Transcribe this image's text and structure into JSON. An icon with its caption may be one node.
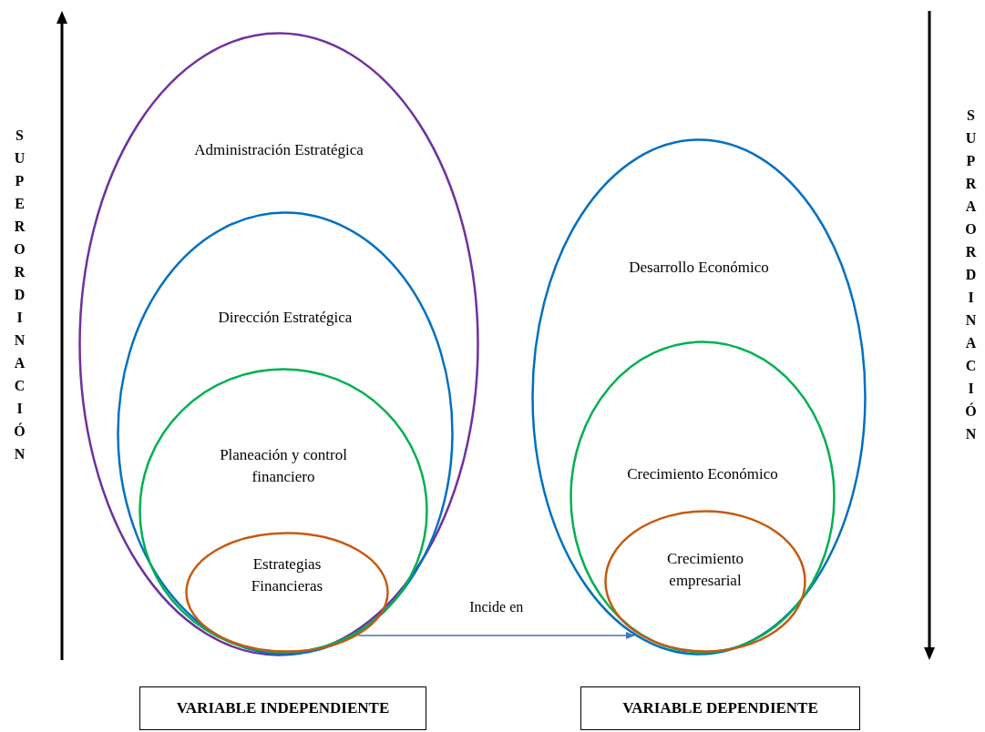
{
  "diagram": {
    "nodes": [
      {
        "text": [
          "Administración Estratégica"
        ]
      },
      {
        "text": [
          "Dirección Estratégica"
        ],
        "in": 0
      },
      {
        "text": [
          "Planeación y control financiero"
        ],
        "in": 1
      },
      {
        "text": [
          "Estrategias Financieras"
        ],
        "in": 2
      },
      {
        "text": [
          "Desarrollo Económico"
        ]
      },
      {
        "text": [
          "Crecimiento Económico"
        ],
        "in": 4
      },
      {
        "text": [
          "Crecimiento empresarial"
        ],
        "in": 5
      },
      {
        "text": [
          "VARIABLE INDEPENDIENTE"
        ]
      },
      {
        "text": [
          "VARIABLE DEPENDIENTE"
        ]
      }
    ],
    "edges": [
      {
        "from": 0,
        "to": 4,
        "arrow": "to",
        "label": "Incide en"
      }
    ],
    "labels": [
      "SUPERORDINACIÓN",
      "SUPRAORDINACIÓN"
    ]
  }
}
